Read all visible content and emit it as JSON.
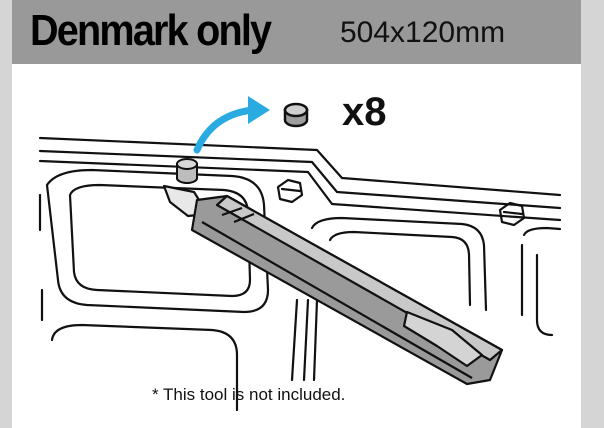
{
  "header": {
    "title": "Denmark only",
    "size": "504x120mm"
  },
  "parts": {
    "count_label": "x8",
    "part_icon": "plug-cap-icon",
    "arrow_icon": "curved-arrow-icon",
    "arrow_color": "#29abe2"
  },
  "footer": {
    "note": "* This tool is not included."
  },
  "illustration": {
    "tool_icon": "utility-knife-icon"
  }
}
